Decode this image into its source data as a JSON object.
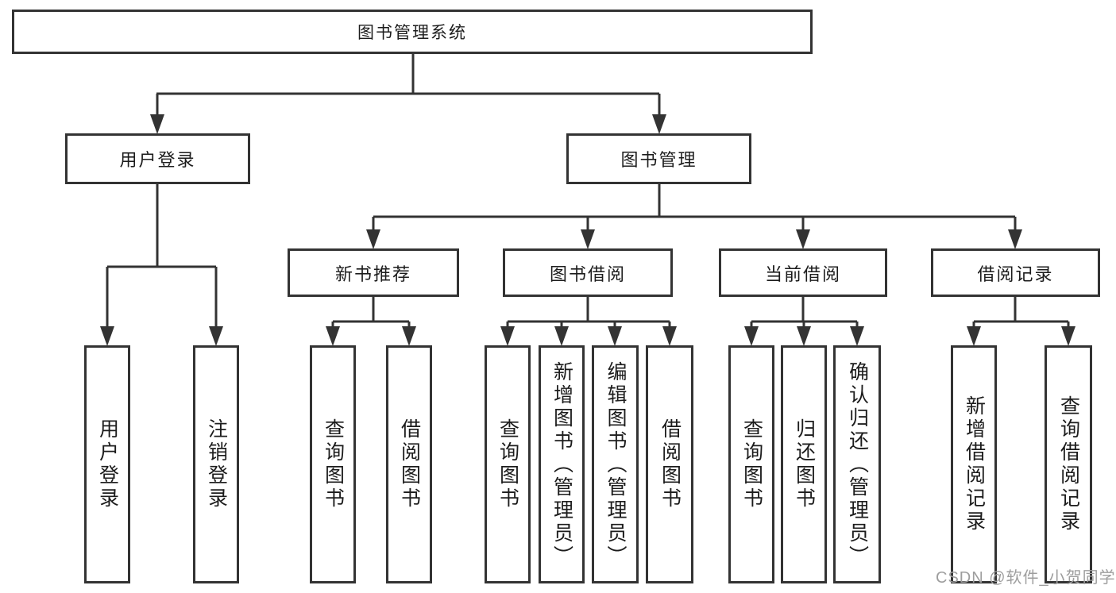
{
  "colors": {
    "line": "#333333",
    "box_border": "#333333",
    "text": "#1c1c1c",
    "watermark": "#9e9e9e",
    "background": "#ffffff"
  },
  "watermark": {
    "text": "CSDN @软件_小贺同学"
  },
  "diagram": {
    "type": "hierarchy-tree",
    "title": "图书管理系统",
    "branches": [
      {
        "label": "用户登录",
        "children": [
          {
            "label": "用户登录"
          },
          {
            "label": "注销登录"
          }
        ]
      },
      {
        "label": "图书管理",
        "children": [
          {
            "label": "新书推荐",
            "children": [
              {
                "label": "查询图书"
              },
              {
                "label": "借阅图书"
              }
            ]
          },
          {
            "label": "图书借阅",
            "children": [
              {
                "label": "查询图书"
              },
              {
                "label": "新增图书（管理员）"
              },
              {
                "label": "编辑图书（管理员）"
              },
              {
                "label": "借阅图书"
              }
            ]
          },
          {
            "label": "当前借阅",
            "children": [
              {
                "label": "查询图书"
              },
              {
                "label": "归还图书"
              },
              {
                "label": "确认归还（管理员）"
              }
            ]
          },
          {
            "label": "借阅记录",
            "children": [
              {
                "label": "新增借阅记录"
              },
              {
                "label": "查询借阅记录"
              }
            ]
          }
        ]
      }
    ]
  }
}
